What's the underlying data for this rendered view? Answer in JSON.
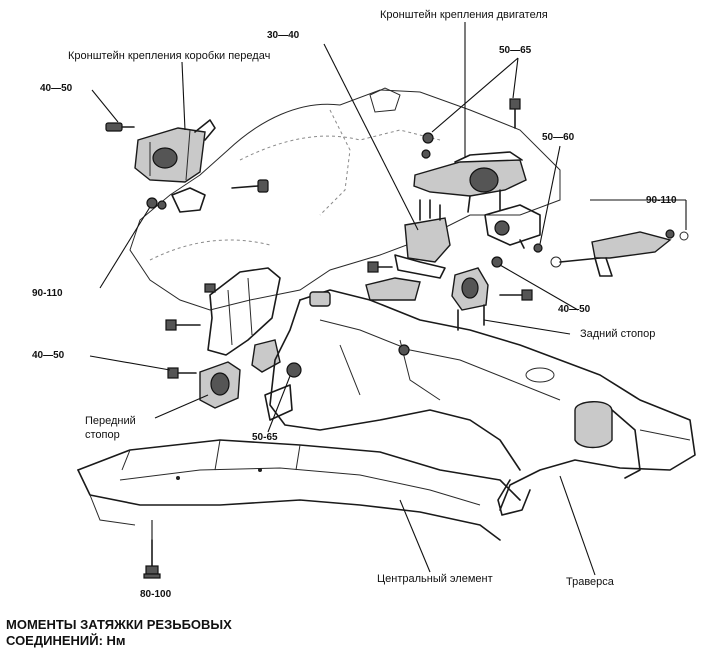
{
  "labels": {
    "engine_bracket": "Кронштейн крепления двигателя",
    "gearbox_bracket": "Кронштейн крепления коробки передач",
    "rear_stop": "Задний стопор",
    "front_stop_line1": "Передний",
    "front_stop_line2": "стопор",
    "center_member": "Центральный элемент",
    "crossmember": "Траверса"
  },
  "torques": {
    "t_30_40": "30—40",
    "t_50_65_top": "50—65",
    "t_50_60": "50—60",
    "t_40_50_tl": "40—50",
    "t_90_110_right": "90-110",
    "t_90_110_left": "90-110",
    "t_40_50_mid": "40—50",
    "t_40_50_left": "40—50",
    "t_50_65_low": "50-65",
    "t_80_100": "80-100"
  },
  "footer": {
    "line1": "МОМЕНТЫ ЗАТЯЖКИ РЕЗЬБОВЫХ",
    "line2": "СОЕДИНЕНИЙ: Нм"
  }
}
